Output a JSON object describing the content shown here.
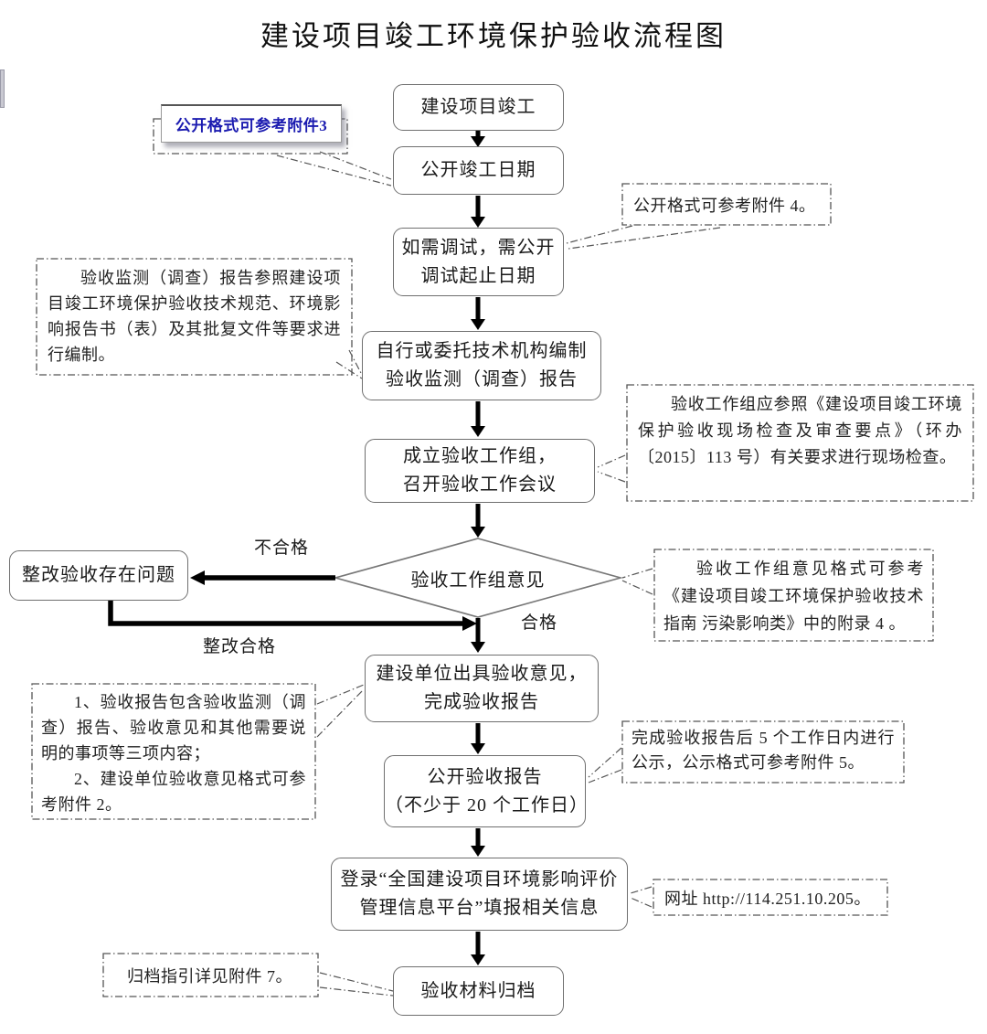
{
  "title": "建设项目竣工环境保护验收流程图",
  "nodes": {
    "start": "建设项目竣工",
    "publish_date": "公开竣工日期",
    "debug": "如需调试，需公开\n调试起止日期",
    "compile_report": "自行或委托技术机构编制\n验收监测（调查）报告",
    "workgroup": "成立验收工作组，\n召开验收工作会议",
    "decision": "验收工作组意见",
    "rectify": "整改验收存在问题",
    "issue_opinion": "建设单位出具验收意见，\n完成验收报告",
    "publish_report": "公开验收报告\n（不少于 20 个工作日）",
    "platform": "登录“全国建设项目环境影响评价\n管理信息平台”填报相关信息",
    "archive": "验收材料归档"
  },
  "edge_labels": {
    "fail": "不合格",
    "pass": "合格",
    "rectified": "整改合格"
  },
  "annotations": {
    "format3": "公开格式可参考附件3",
    "format4": "公开格式可参考附件 4。",
    "monitor_ref": "验收监测（调查）报告参照建设项目竣工环境保护验收技术规范、环境影响报告书（表）及其批复文件等要求进行编制。",
    "site_check": "验收工作组应参照《建设项目竣工环境保护验收现场检查及审查要点》（环办〔2015〕113 号）有关要求进行现场检查。",
    "opinion_format": "验收工作组意见格式可参考《建设项目竣工环境保护验收技术指南 污染影响类》中的附录 4 。",
    "report_note_1": "1、验收报告包含验收监测（调查）报告、验收意见和其他需要说明的事项等三项内容；",
    "report_note_2": "2、建设单位验收意见格式可参考附件 2。",
    "publicity": "完成验收报告后 5 个工作日内进行公示，公示格式可参考附件 5。",
    "website": "网址 http://114.251.10.205。",
    "archive_guide": "归档指引详见附件 7。"
  },
  "colors": {
    "callout_blue": "#1b1bb0",
    "box_border": "#6f6f6f",
    "annotation_border": "#555555",
    "arrow": "#000000",
    "background": "#ffffff"
  }
}
